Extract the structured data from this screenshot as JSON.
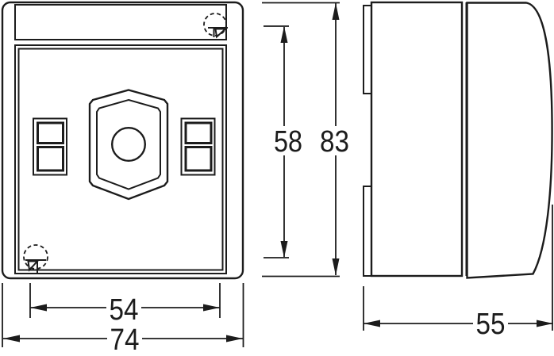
{
  "diagram": {
    "kind": "technical-dimension-drawing",
    "dim_labels": {
      "overall_width": "74",
      "fixing_width": "54",
      "fixing_height": "58",
      "overall_height": "83",
      "depth": "55"
    },
    "colors": {
      "line": "#1c1c1c",
      "background": "#ffffff"
    },
    "icons": {
      "screw_fixing_top_right": "screw-fixing-icon",
      "screw_fixing_bottom_left": "screw-fixing-icon"
    }
  }
}
